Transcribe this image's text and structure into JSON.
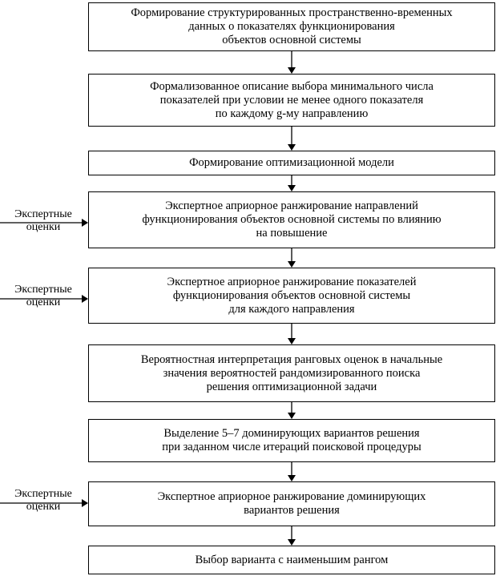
{
  "steps": [
    {
      "text": "Формирование структурированных пространственно-временных\nданных о показателях функционирования\nобъектов основной системы"
    },
    {
      "text": "Формализованное описание выбора минимального числа\nпоказателей при условии не менее одного показателя\nпо каждому g-му направлению"
    },
    {
      "text": "Формирование оптимизационной модели"
    },
    {
      "text": "Экспертное априорное ранжирование направлений\nфункционирования объектов основной системы по влиянию\nна повышение"
    },
    {
      "text": "Экспертное априорное ранжирование показателей\nфункционирования объектов основной системы\nдля каждого направления"
    },
    {
      "text": "Вероятностная интерпретация ранговых оценок в начальные\nзначения вероятностей рандомизированного поиска\nрешения оптимизационной задачи"
    },
    {
      "text": "Выделение 5–7 доминирующих вариантов решения\nпри заданном числе итераций поисковой процедуры"
    },
    {
      "text": "Экспертное априорное ранжирование доминирующих\nвариантов решения"
    },
    {
      "text": "Выбор варианта с наименьшим рангом"
    }
  ],
  "side_inputs": [
    {
      "text": "Экспертные\nоценки",
      "target_step": 4
    },
    {
      "text": "Экспертные\nоценки",
      "target_step": 5
    },
    {
      "text": "Экспертные\nоценки",
      "target_step": 8
    }
  ]
}
